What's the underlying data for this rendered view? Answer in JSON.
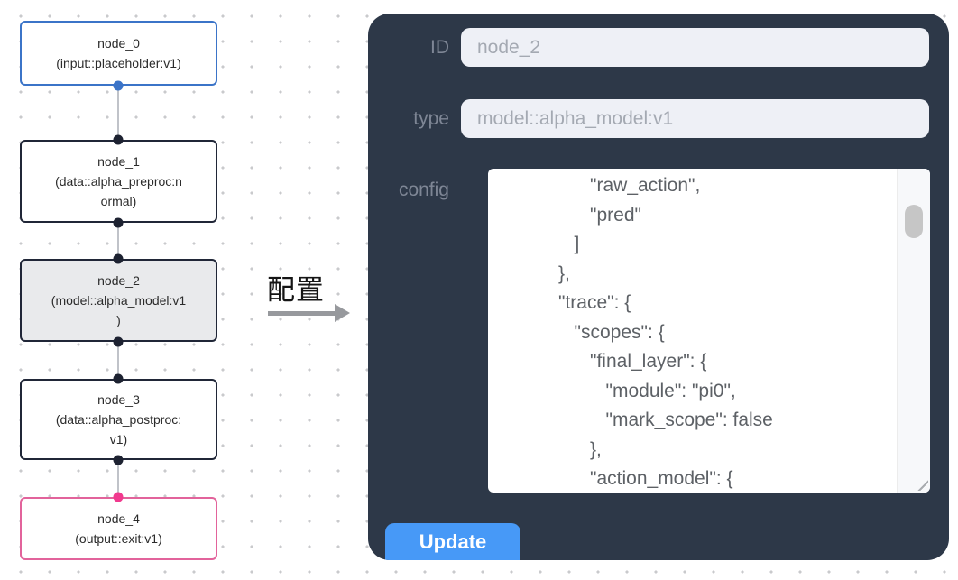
{
  "canvas": {
    "nodes": [
      {
        "kind": "input",
        "title": "node_0",
        "subtitle_lines": [
          "(input::placeholder:v1)"
        ]
      },
      {
        "kind": "data",
        "title": "node_1",
        "subtitle_lines": [
          "(data::alpha_preproc:n",
          "ormal)"
        ]
      },
      {
        "kind": "model-selected",
        "title": "node_2",
        "subtitle_lines": [
          "(model::alpha_model:v1",
          ")"
        ]
      },
      {
        "kind": "data",
        "title": "node_3",
        "subtitle_lines": [
          "(data::alpha_postproc:",
          "v1)"
        ]
      },
      {
        "kind": "output",
        "title": "node_4",
        "subtitle_lines": [
          "(output::exit:v1)"
        ]
      }
    ],
    "annotation_label": "配置"
  },
  "panel": {
    "id_label": "ID",
    "id_value": "node_2",
    "type_label": "type",
    "type_value": "model::alpha_model:v1",
    "config_label": "config",
    "config_value": "                  \"raw_action\",\n                  \"pred\"\n               ]\n            },\n            \"trace\": {\n               \"scopes\": {\n                  \"final_layer\": {\n                     \"module\": \"pi0\",\n                     \"mark_scope\": false\n                  },\n                  \"action_model\": {",
    "update_label": "Update"
  },
  "colors": {
    "panel_bg": "#2d3848",
    "accent_blue": "#4799f7",
    "input_bg": "#eef0f6",
    "node_border_default": "#202637",
    "node_border_input": "#3b74c8",
    "node_border_output": "#e2639b",
    "node_selected_bg": "#e9eaec",
    "port_dark": "#1d2231",
    "port_blue": "#3b74c8",
    "port_pink": "#f1398e",
    "edge_gray": "#c0c3c9"
  }
}
